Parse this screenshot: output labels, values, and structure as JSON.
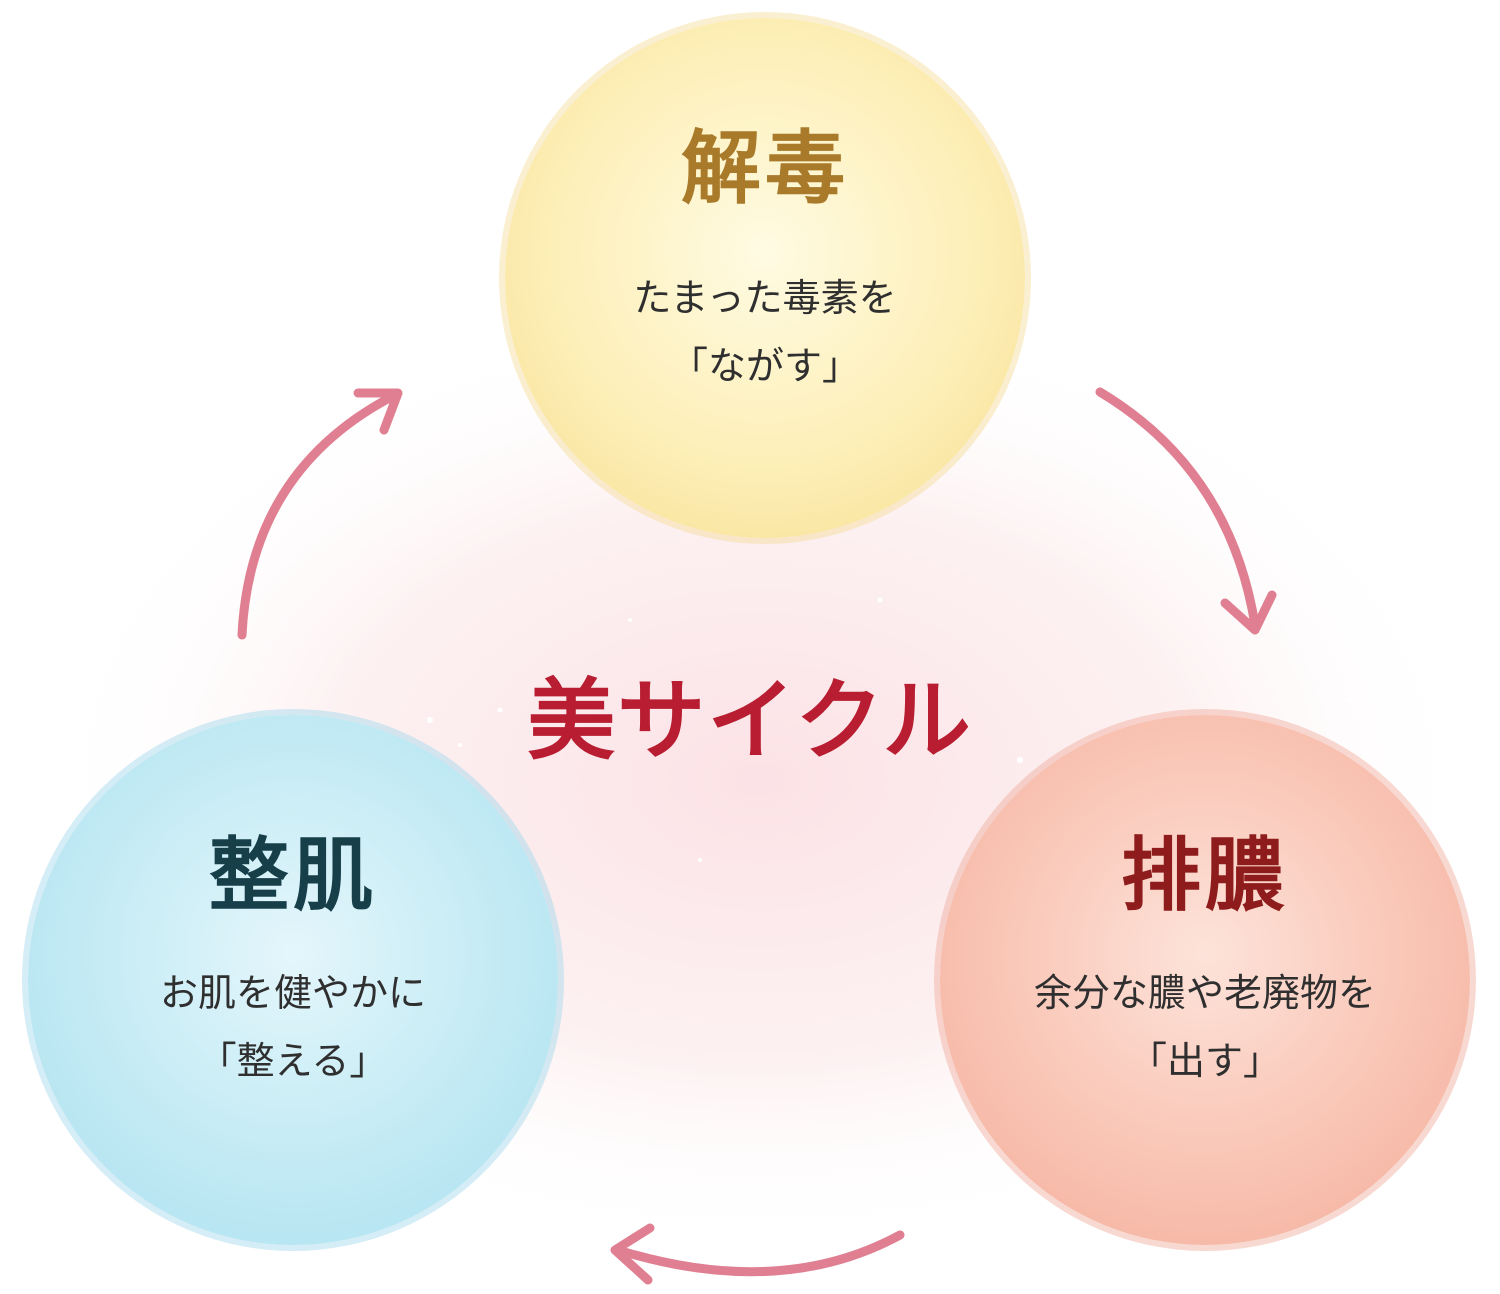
{
  "center_label": "美サイクル",
  "nodes": [
    {
      "title": "解毒",
      "lines": [
        "たまった毒素を",
        "「ながす」"
      ]
    },
    {
      "title": "排膿",
      "lines": [
        "余分な膿や老廃物を",
        "「出す」"
      ]
    },
    {
      "title": "整肌",
      "lines": [
        "お肌を健やかに",
        "「整える」"
      ]
    }
  ],
  "colors": {
    "detox_title": "#a87a2a",
    "drain_title": "#8f1c1c",
    "skin_title": "#173f4a",
    "center_label": "#b81d31",
    "arrow": "#e07f92"
  }
}
